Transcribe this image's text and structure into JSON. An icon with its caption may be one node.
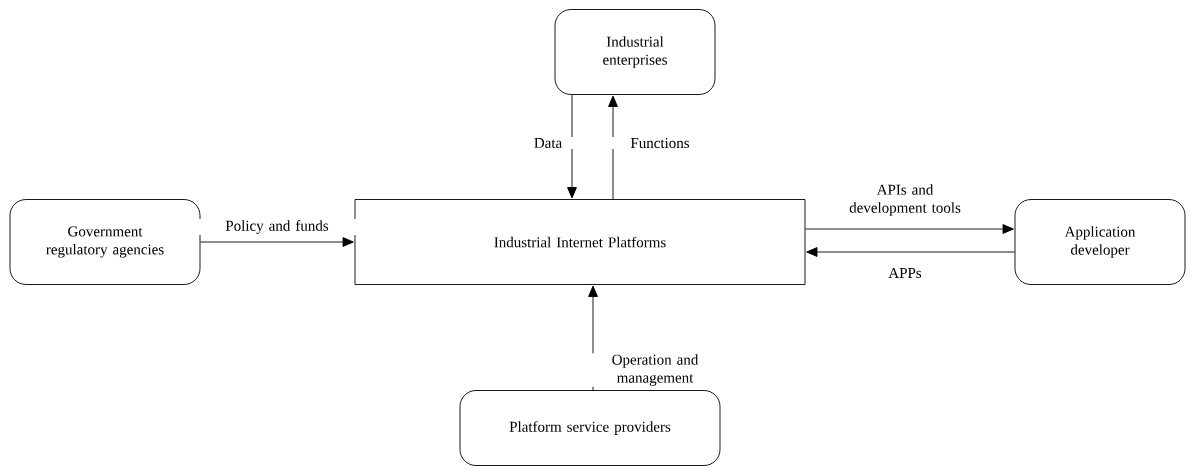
{
  "diagram": {
    "nodes": [
      {
        "text": [
          "Industrial enterprises"
        ]
      },
      {
        "text": [
          "Government regulatory agencies"
        ]
      },
      {
        "text": [
          "Industrial Internet Platforms"
        ]
      },
      {
        "text": [
          "Application developer"
        ]
      },
      {
        "text": [
          "Platform service providers"
        ]
      }
    ],
    "edges": [
      {
        "from": 0,
        "to": 2,
        "arrow": "to",
        "label": "Data"
      },
      {
        "from": 2,
        "to": 0,
        "arrow": "to",
        "label": "Functions"
      },
      {
        "from": 1,
        "to": 2,
        "arrow": "to",
        "label": "Policy and funds"
      },
      {
        "from": 2,
        "to": 3,
        "arrow": "to",
        "label": "APIs and development tools"
      },
      {
        "from": 3,
        "to": 2,
        "arrow": "to",
        "label": "APPs"
      },
      {
        "from": 4,
        "to": 2,
        "arrow": "to",
        "label": "Operation and management"
      }
    ]
  }
}
